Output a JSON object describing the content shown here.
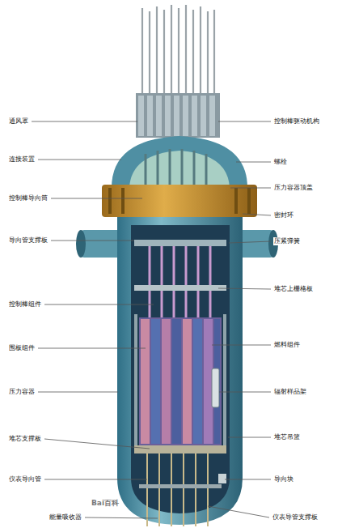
{
  "diagram": {
    "labels": [
      "通风罩",
      "控制棒驱动机构",
      "连接装置",
      "螺栓",
      "压力容器顶盖",
      "控制棒导向筒",
      "密封环",
      "导向管支撑板",
      "压紧弹簧",
      "堆芯上栅格板",
      "控制棒组件",
      "燃料组件",
      "围板组件",
      "压力容器",
      "辐射样品架",
      "堆芯支撑板",
      "堆芯吊篮",
      "仪表导向管",
      "导向块",
      "能量吸收器",
      "仪表导管支撑板",
      "Bai百科"
    ]
  }
}
